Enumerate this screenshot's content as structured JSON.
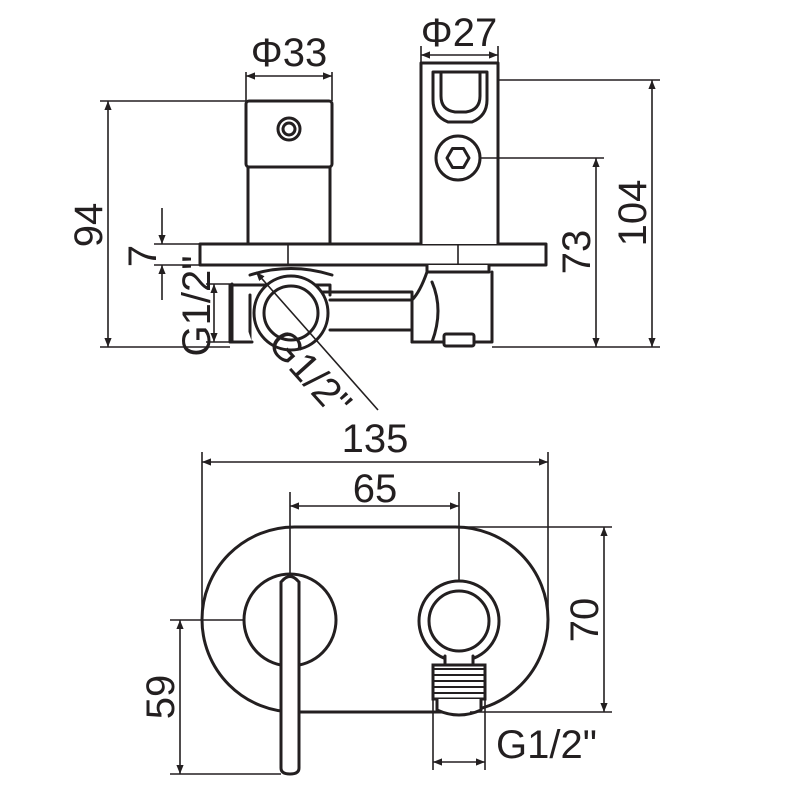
{
  "dimensions": {
    "phi33": "Φ33",
    "phi27": "Φ27",
    "d94": "94",
    "d104": "104",
    "d73": "73",
    "d7": "7",
    "g12_side": "G1/2\"",
    "g12_diag": "G1/2\"",
    "d135": "135",
    "d65": "65",
    "d70": "70",
    "d59": "59",
    "g12_bottom": "G1/2\""
  },
  "colors": {
    "line": "#231f20",
    "background": "#ffffff"
  }
}
